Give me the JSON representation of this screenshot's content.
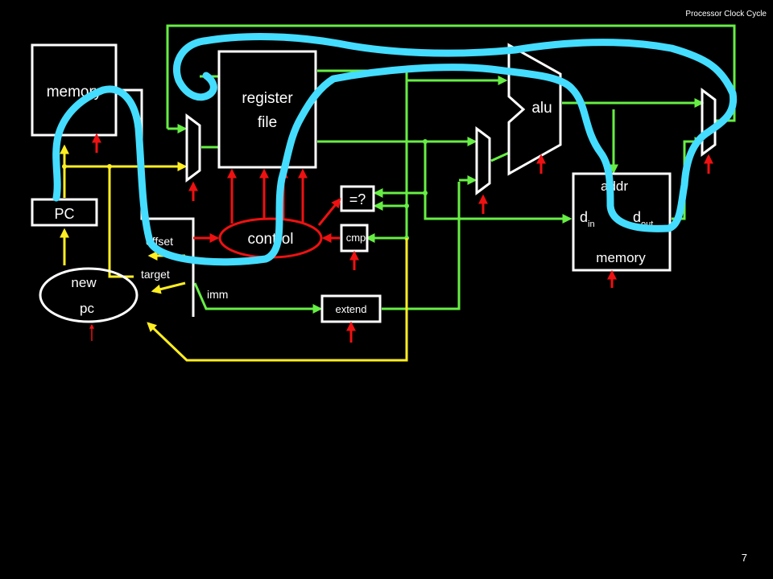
{
  "slide": {
    "header_title": "Processor Clock Cycle",
    "page_number": "7"
  },
  "components": {
    "instruction_memory": "memory",
    "pc": "PC",
    "new_pc_line1": "new",
    "new_pc_line2": "pc",
    "register_file_line1": "register",
    "register_file_line2": "file",
    "alu": "alu",
    "control": "control",
    "compare_equal": "=?",
    "cmp": "cmp",
    "extend": "extend",
    "data_memory": "memory",
    "addr": "addr",
    "d_in_main": "d",
    "d_in_sub": "in",
    "d_out_main": "d",
    "d_out_sub": "out"
  },
  "labels": {
    "offset": "offset",
    "target": "target",
    "imm": "imm"
  },
  "colors": {
    "background": "#000000",
    "outline": "#ffffff",
    "datapath_wire": "#66ee44",
    "pc_wire": "#ffee22",
    "control_signal": "#ee1111",
    "annotation": "#44ddff"
  }
}
